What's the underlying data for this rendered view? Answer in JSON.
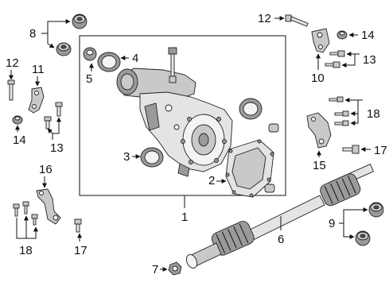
{
  "diagram": {
    "callouts": {
      "c1": "1",
      "c2": "2",
      "c3": "3",
      "c4": "4",
      "c5": "5",
      "c6": "6",
      "c7": "7",
      "c8": "8",
      "c9": "9",
      "c10": "10",
      "c11": "11",
      "c12a": "12",
      "c12b": "12",
      "c13a": "13",
      "c13b": "13",
      "c14a": "14",
      "c14b": "14",
      "c15": "15",
      "c16": "16",
      "c17a": "17",
      "c17b": "17",
      "c18a": "18",
      "c18b": "18"
    }
  }
}
